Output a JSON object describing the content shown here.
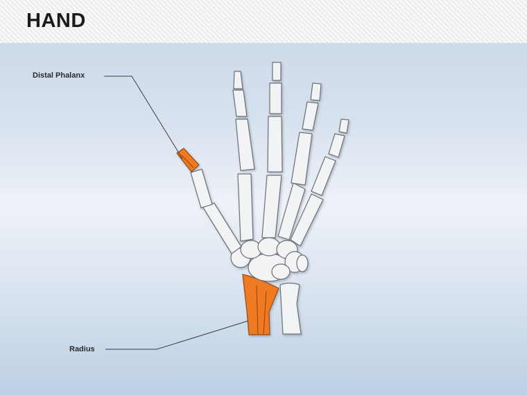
{
  "title": "HAND",
  "labels": {
    "distal_phalanx": "Distal Phalanx",
    "radius": "Radius"
  },
  "colors": {
    "highlight": "#ef7a22",
    "bone": "#f2f3f5",
    "outline": "#6d7073"
  }
}
